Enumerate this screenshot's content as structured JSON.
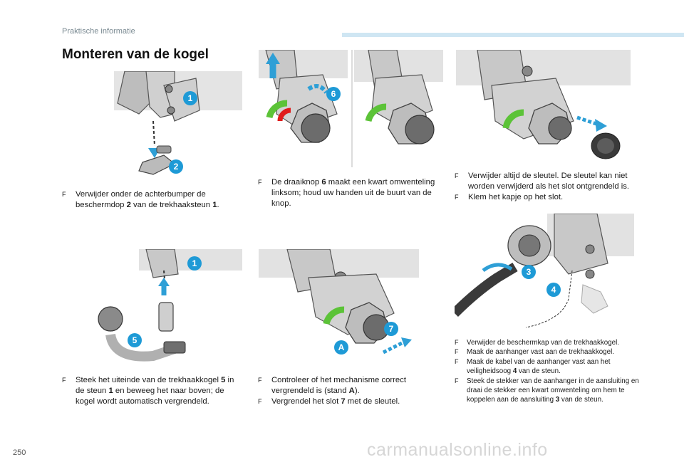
{
  "header": {
    "section": "Praktische informatie",
    "accent_color": "#cfe6f3"
  },
  "title": "Monteren van de kogel",
  "illustrations": {
    "ill1": {
      "labels": [
        "1",
        "2"
      ]
    },
    "ill2": {
      "labels": [
        "6"
      ]
    },
    "ill3": {
      "labels": []
    },
    "ill4": {
      "labels": [
        "1",
        "5"
      ]
    },
    "ill5": {
      "labels": [
        "7",
        "A"
      ]
    },
    "ill6": {
      "labels": [
        "3",
        "4"
      ]
    },
    "label_color": "#1e9ad6",
    "arrow_color": "#2e9fd6",
    "knob_color": "#5cc338",
    "warning_color": "#e01b1b"
  },
  "captions": {
    "c1": [
      {
        "parts": [
          "Verwijder onder de achterbumper de beschermdop ",
          "2",
          " van de trekhaaksteun ",
          "1",
          "."
        ]
      }
    ],
    "c2": [
      {
        "parts": [
          "De draaiknop ",
          "6",
          " maakt een kwart omwenteling linksom; houd uw handen uit de buurt van de knop."
        ]
      }
    ],
    "c3": [
      {
        "parts": [
          "Verwijder altijd de sleutel. De sleutel kan niet worden verwijderd als het slot ontgrendeld is."
        ]
      },
      {
        "parts": [
          "Klem het kapje op het slot."
        ]
      }
    ],
    "c4": [
      {
        "parts": [
          "Steek het uiteinde van de trekhaakkogel ",
          "5",
          " in de steun ",
          "1",
          " en beweeg het naar boven; de kogel wordt automatisch vergrendeld."
        ]
      }
    ],
    "c5": [
      {
        "parts": [
          "Controleer of het mechanisme correct vergrendeld is (stand ",
          "A",
          ")."
        ]
      },
      {
        "parts": [
          "Vergrendel het slot ",
          "7",
          " met de sleutel."
        ]
      }
    ],
    "c6": [
      {
        "parts": [
          "Verwijder de beschermkap van de trekhaakkogel."
        ]
      },
      {
        "parts": [
          "Maak de aanhanger vast aan de trekhaakkogel."
        ]
      },
      {
        "parts": [
          "Maak de kabel van de aanhanger vast aan het veiligheidsoog ",
          "4",
          " van de steun."
        ]
      },
      {
        "parts": [
          "Steek de stekker van de aanhanger in de aansluiting en draai de stekker een kwart omwenteling om hem te koppelen aan de aansluiting ",
          "3",
          " van de steun."
        ]
      }
    ]
  },
  "bullet_glyph": "F",
  "page_number": "250",
  "watermark": "carmanualsonline.info"
}
